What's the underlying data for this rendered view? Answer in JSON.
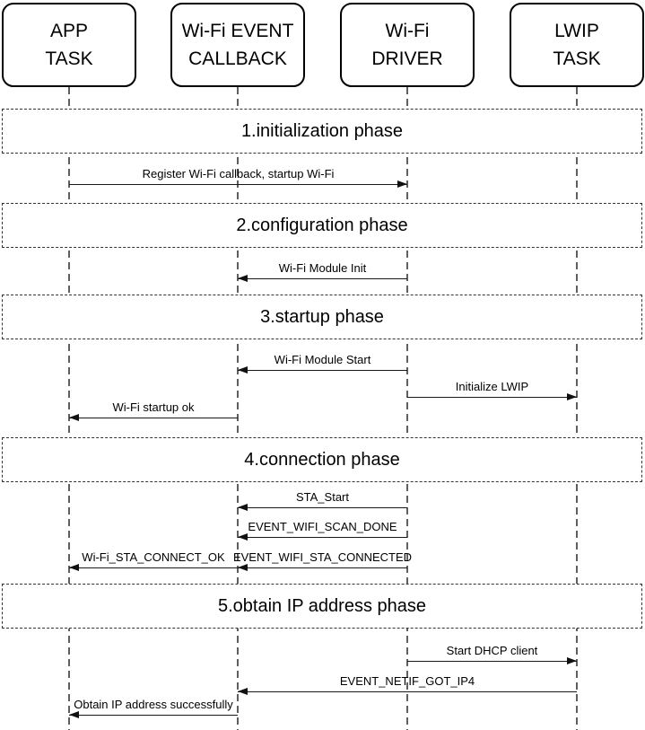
{
  "diagram": {
    "participants": [
      {
        "name": "APP TASK",
        "lines": [
          "APP",
          "TASK"
        ]
      },
      {
        "name": "Wi-Fi EVENT CALLBACK",
        "lines": [
          "Wi-Fi EVENT",
          "CALLBACK"
        ]
      },
      {
        "name": "Wi-Fi DRIVER",
        "lines": [
          "Wi-Fi",
          "DRIVER"
        ]
      },
      {
        "name": "LWIP TASK",
        "lines": [
          "LWIP",
          "TASK"
        ]
      }
    ],
    "phases": [
      {
        "label": "1.initialization phase",
        "messages": [
          {
            "label": "Register Wi-Fi callback, startup Wi-Fi",
            "from": "APP TASK",
            "to": "Wi-Fi DRIVER"
          }
        ]
      },
      {
        "label": "2.configuration phase",
        "messages": [
          {
            "label": "Wi-Fi Module Init",
            "from": "Wi-Fi DRIVER",
            "to": "Wi-Fi EVENT CALLBACK"
          }
        ]
      },
      {
        "label": "3.startup phase",
        "messages": [
          {
            "label": "Wi-Fi Module Start",
            "from": "Wi-Fi DRIVER",
            "to": "Wi-Fi EVENT CALLBACK"
          },
          {
            "label": "Initialize LWIP",
            "from": "Wi-Fi DRIVER",
            "to": "LWIP TASK"
          },
          {
            "label": "Wi-Fi startup ok",
            "from": "Wi-Fi EVENT CALLBACK",
            "to": "APP TASK"
          }
        ]
      },
      {
        "label": "4.connection phase",
        "messages": [
          {
            "label": "STA_Start",
            "from": "Wi-Fi DRIVER",
            "to": "Wi-Fi EVENT CALLBACK"
          },
          {
            "label": "EVENT_WIFI_SCAN_DONE",
            "from": "Wi-Fi DRIVER",
            "to": "Wi-Fi EVENT CALLBACK"
          },
          {
            "label": "Wi-Fi_STA_CONNECT_OK",
            "from": "Wi-Fi EVENT CALLBACK",
            "to": "APP TASK"
          },
          {
            "label": "EVENT_WIFI_STA_CONNECTED",
            "from": "Wi-Fi DRIVER",
            "to": "Wi-Fi EVENT CALLBACK"
          }
        ]
      },
      {
        "label": "5.obtain IP address phase",
        "messages": [
          {
            "label": "Start DHCP client",
            "from": "Wi-Fi DRIVER",
            "to": "LWIP TASK"
          },
          {
            "label": "EVENT_NETIF_GOT_IP4",
            "from": "LWIP TASK",
            "to": "Wi-Fi EVENT CALLBACK"
          },
          {
            "label": "Obtain IP address successfully",
            "from": "Wi-Fi EVENT CALLBACK",
            "to": "APP TASK"
          }
        ]
      }
    ]
  },
  "colors": {
    "background": "#ffffff",
    "text": "#000000",
    "box_border": "#000000",
    "phase_border": "#333333",
    "message_line": "#1a1a1a",
    "arrowhead": "#111111",
    "lifeline": "#5f5f5f"
  }
}
